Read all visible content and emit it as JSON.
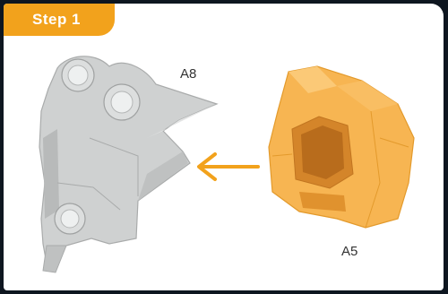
{
  "instructions": {
    "step_label": "Step 1",
    "parts": {
      "left_part": "A8",
      "right_part": "A5"
    },
    "colors": {
      "accent": "#f2a21c",
      "left_part_fill": "#c9cbcb",
      "right_part_fill": "#f7b552",
      "arrow": "#f2a21c",
      "frame": "#0e1620"
    },
    "icons": {
      "direction": "arrow-left-icon"
    }
  }
}
